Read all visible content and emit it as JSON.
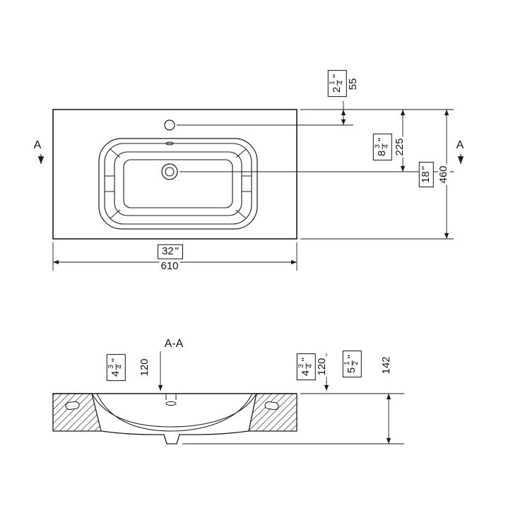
{
  "section": {
    "title": "A-A",
    "marker_left": "A",
    "marker_right": "A"
  },
  "dimensions": {
    "faucet_from_back": {
      "whole": "2",
      "num": "1",
      "den": "4",
      "unit": "\"",
      "mm": "55"
    },
    "drain_from_back": {
      "whole": "8",
      "num": "3",
      "den": "4",
      "unit": "\"",
      "mm": "225"
    },
    "overall_depth": {
      "whole": "18",
      "unit": "\"",
      "mm": "460"
    },
    "overall_width": {
      "whole": "32",
      "unit": "\"",
      "mm": "610"
    },
    "basin_depth_left": {
      "whole": "4",
      "num": "3",
      "den": "4",
      "unit": "\"",
      "mm": "120"
    },
    "basin_depth_right": {
      "whole": "4",
      "num": "3",
      "den": "4",
      "unit": "\"",
      "mm": "120"
    },
    "overall_height": {
      "whole": "5",
      "num": "1",
      "den": "2",
      "unit": "\"",
      "mm": "142"
    }
  },
  "colors": {
    "line": "#1a1a1a",
    "background": "#ffffff"
  }
}
